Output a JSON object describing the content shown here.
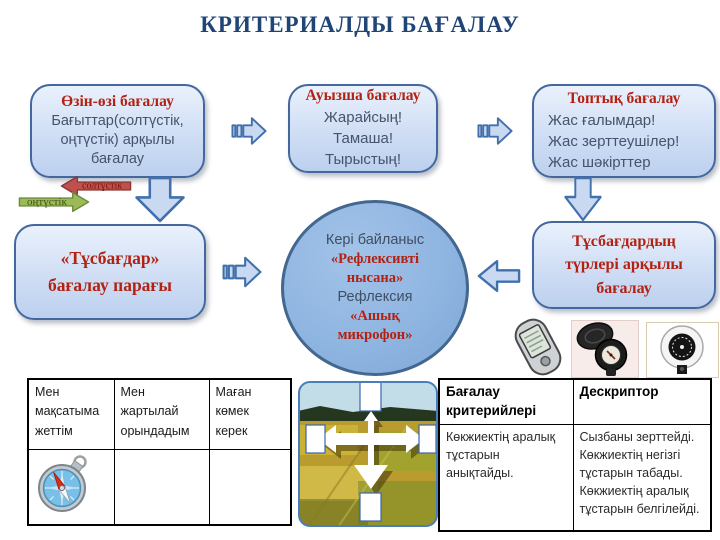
{
  "slide": {
    "title": "КРИТЕРИАЛДЫ БАҒАЛАУ"
  },
  "colors": {
    "title_blue": "#1F4577",
    "heading_red": "#B22213",
    "body_dark": "#44546A",
    "box_border": "#44679E",
    "box_fill": "#C9D9F1",
    "circle_fill": "#8FB5E1",
    "arrow_fill": "#C9D9F1",
    "arrow_border": "#4170AD",
    "north_arrow": "#C0504D",
    "south_arrow": "#9BBB59"
  },
  "flow": {
    "box_self": {
      "heading": "Өзін-өзі бағалау",
      "lines": [
        "Бағыттар(солтүстік,",
        "оңтүстік) арқылы",
        "бағалау"
      ]
    },
    "north_label": "солтүстік",
    "south_label": "оңтүстік",
    "box_oral": {
      "heading": "Ауызша  бағалау",
      "lines": [
        "Жарайсың!",
        "Тамаша!",
        "Тырыстың!"
      ]
    },
    "box_group": {
      "heading": "Топтық бағалау",
      "lines": [
        "Жас ғалымдар!",
        "Жас зерттеушілер!",
        "Жас шәкірттер"
      ]
    },
    "box_sheet": {
      "lines": [
        "«Тұсбағдар»",
        "бағалау парағы"
      ]
    },
    "circle_feedback": {
      "plain1": "Кері байланыс",
      "red1": "«Рефлексивті",
      "red2": "нысана»",
      "plain2": "Рефлексия",
      "red3": "«Ашық",
      "red4": "микрофон»"
    },
    "box_types": {
      "lines": [
        "Тұсбағдардың",
        "түрлері арқылы",
        "бағалау"
      ]
    }
  },
  "left_table": {
    "row1": [
      "Мен мақсатыма жеттім",
      "Мен жартылай орындадым",
      "Маған көмек керек"
    ]
  },
  "right_table": {
    "headers": [
      "Бағалау критерийлері",
      "Дескриптор"
    ],
    "row": [
      "Көкжиектің аралық тұстарын анықтайды.",
      "Сызбаны зерттейді. Көкжиектің негізгі тұстарын табады. Көкжиектің аралық тұстарын белгілейді."
    ]
  },
  "images": {
    "blue_compass": "compass-icon",
    "gps_device": "gps-device-icon",
    "lensatic_compass": "lensatic-compass-icon",
    "round_compass": "round-compass-icon",
    "field_photo": "field-directions-photo"
  }
}
